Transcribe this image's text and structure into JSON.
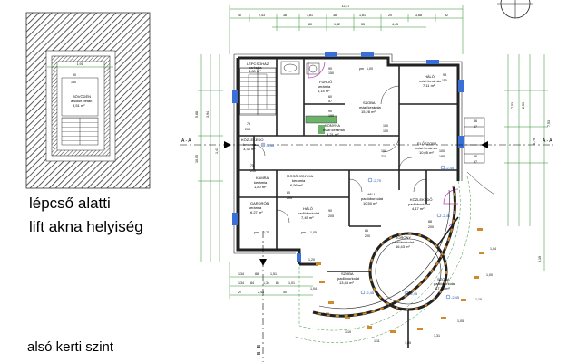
{
  "captions": {
    "line1": "lépcső alatti",
    "line2": "lift akna helyiség",
    "floor": "alsó kerti szint"
  },
  "inset": {
    "title": "BÖVÖDÉN",
    "sub1": "alsóklit betan",
    "sub2": "3,51 m²",
    "dim_top": "1,91",
    "dim_a": "90",
    "dim_b": "190"
  },
  "sections": {
    "left": "A - A",
    "right": "A - A",
    "bottom": "B - B"
  },
  "top_dims": {
    "overall": "12,47",
    "row": [
      "40",
      "2,43",
      "38",
      "3,81",
      "38",
      "1,81",
      "20",
      "3,68",
      "82"
    ],
    "row2": [
      "80",
      "1,42",
      "55",
      "4,45"
    ]
  },
  "left_dims": [
    "5,88",
    "3,94",
    "1,41",
    "10,05"
  ],
  "right_dims": [
    "7,53",
    "2,59",
    "6,79",
    "7,53"
  ],
  "rooms": [
    {
      "id": "lepcso",
      "name": "LÉPCSŐHÁZ",
      "floor": "parketta",
      "area": "4,80 m²"
    },
    {
      "id": "furdo",
      "name": "FÜRDŐ",
      "floor": "kerámia",
      "area": "5,14 m²"
    },
    {
      "id": "halo1",
      "name": "HÁLÓ",
      "floor": "mázi kerámia",
      "area": "7,11 m²"
    },
    {
      "id": "szoba1",
      "name": "SZOBA",
      "floor": "mázi kerámia",
      "area": "15,28 m²"
    },
    {
      "id": "konyha",
      "name": "KONYHA",
      "floor": "mázi kerámia",
      "area": "8,21 m²"
    },
    {
      "id": "kozl1",
      "name": "KÖZLEKEDŐ",
      "floor": "kerámia",
      "area": "3,34 m²"
    },
    {
      "id": "eloszoba",
      "name": "ELŐSZOBA",
      "floor": "mázi kerámia",
      "area": "10,05 m²"
    },
    {
      "id": "mosok",
      "name": "MOSÓKONYHA",
      "floor": "kerámia",
      "area": "6,56 m²"
    },
    {
      "id": "kamra",
      "name": "KAMRA",
      "floor": "kerámia",
      "area": "1,80 m²"
    },
    {
      "id": "hall",
      "name": "HALL",
      "floor": "padlóburkolat",
      "area": "10,50 m²"
    },
    {
      "id": "kozl2",
      "name": "KÖZLEKEDŐ",
      "floor": "padlóburkolat",
      "area": "4,17 m²"
    },
    {
      "id": "garderob",
      "name": "GARDRÓB",
      "floor": "kerámia",
      "area": "6,27 m²"
    },
    {
      "id": "halo2",
      "name": "HÁLÓ",
      "floor": "padlóburkolat",
      "area": "7,45 m²"
    },
    {
      "id": "torony",
      "name": "TORONY",
      "floor": "padlóburkolat",
      "area": "16,43 m²"
    },
    {
      "id": "szoba2",
      "name": "SZOBA",
      "floor": "padlóburkolat",
      "area": "13,45 m²"
    },
    {
      "id": "szoba3",
      "name": "SZOBA",
      "floor": "padlóburkolat",
      "area": "17,33 m²"
    }
  ],
  "openings": [
    {
      "w": "pm",
      "h": "1,00"
    },
    {
      "w": "90",
      "h": "150"
    },
    {
      "w": "60",
      "h": "57"
    },
    {
      "w": "90",
      "h": "190"
    },
    {
      "w": "93",
      "h": "110"
    },
    {
      "w": "100",
      "h": "150"
    },
    {
      "w": "36",
      "h": "57"
    },
    {
      "w": "75",
      "h": "205"
    },
    {
      "w": "100",
      "h": "210"
    },
    {
      "w": "100",
      "h": "195"
    },
    {
      "w": "36",
      "h": "57"
    },
    {
      "w": "pm",
      "h": "1,75"
    },
    {
      "w": "pm",
      "h": "1,05"
    },
    {
      "w": "90",
      "h": "205"
    },
    {
      "w": "75",
      "h": "210"
    },
    {
      "w": "80",
      "h": "205"
    },
    {
      "w": "66",
      "h": "200"
    },
    {
      "w": "88",
      "h": "200"
    }
  ],
  "levels": [
    "-2,45",
    "-2,45",
    "-2,70",
    "-2,45",
    "-2,45",
    "-2,45",
    "-2,45"
  ],
  "bottom_dims": [
    "1,34",
    "88",
    "1,51",
    "1,34",
    "84",
    "1,34",
    "84",
    "1,01",
    "22",
    "2,43",
    "40"
  ],
  "circle_dims": [
    "1,20",
    "1,04",
    "1,00",
    "1,10",
    "1,11",
    "1,05",
    "1,31",
    "1,05",
    "1,10",
    "1,00",
    "1,04",
    "3,19"
  ],
  "colors": {
    "hatch": "#333333",
    "wall": "#222222",
    "dim_line": "#2a8a2a",
    "window": "#3a6fd8",
    "door": "#c040c0",
    "section": "#000000",
    "tiles": "#d08a2a",
    "kitchen": "#3a9a3a"
  }
}
